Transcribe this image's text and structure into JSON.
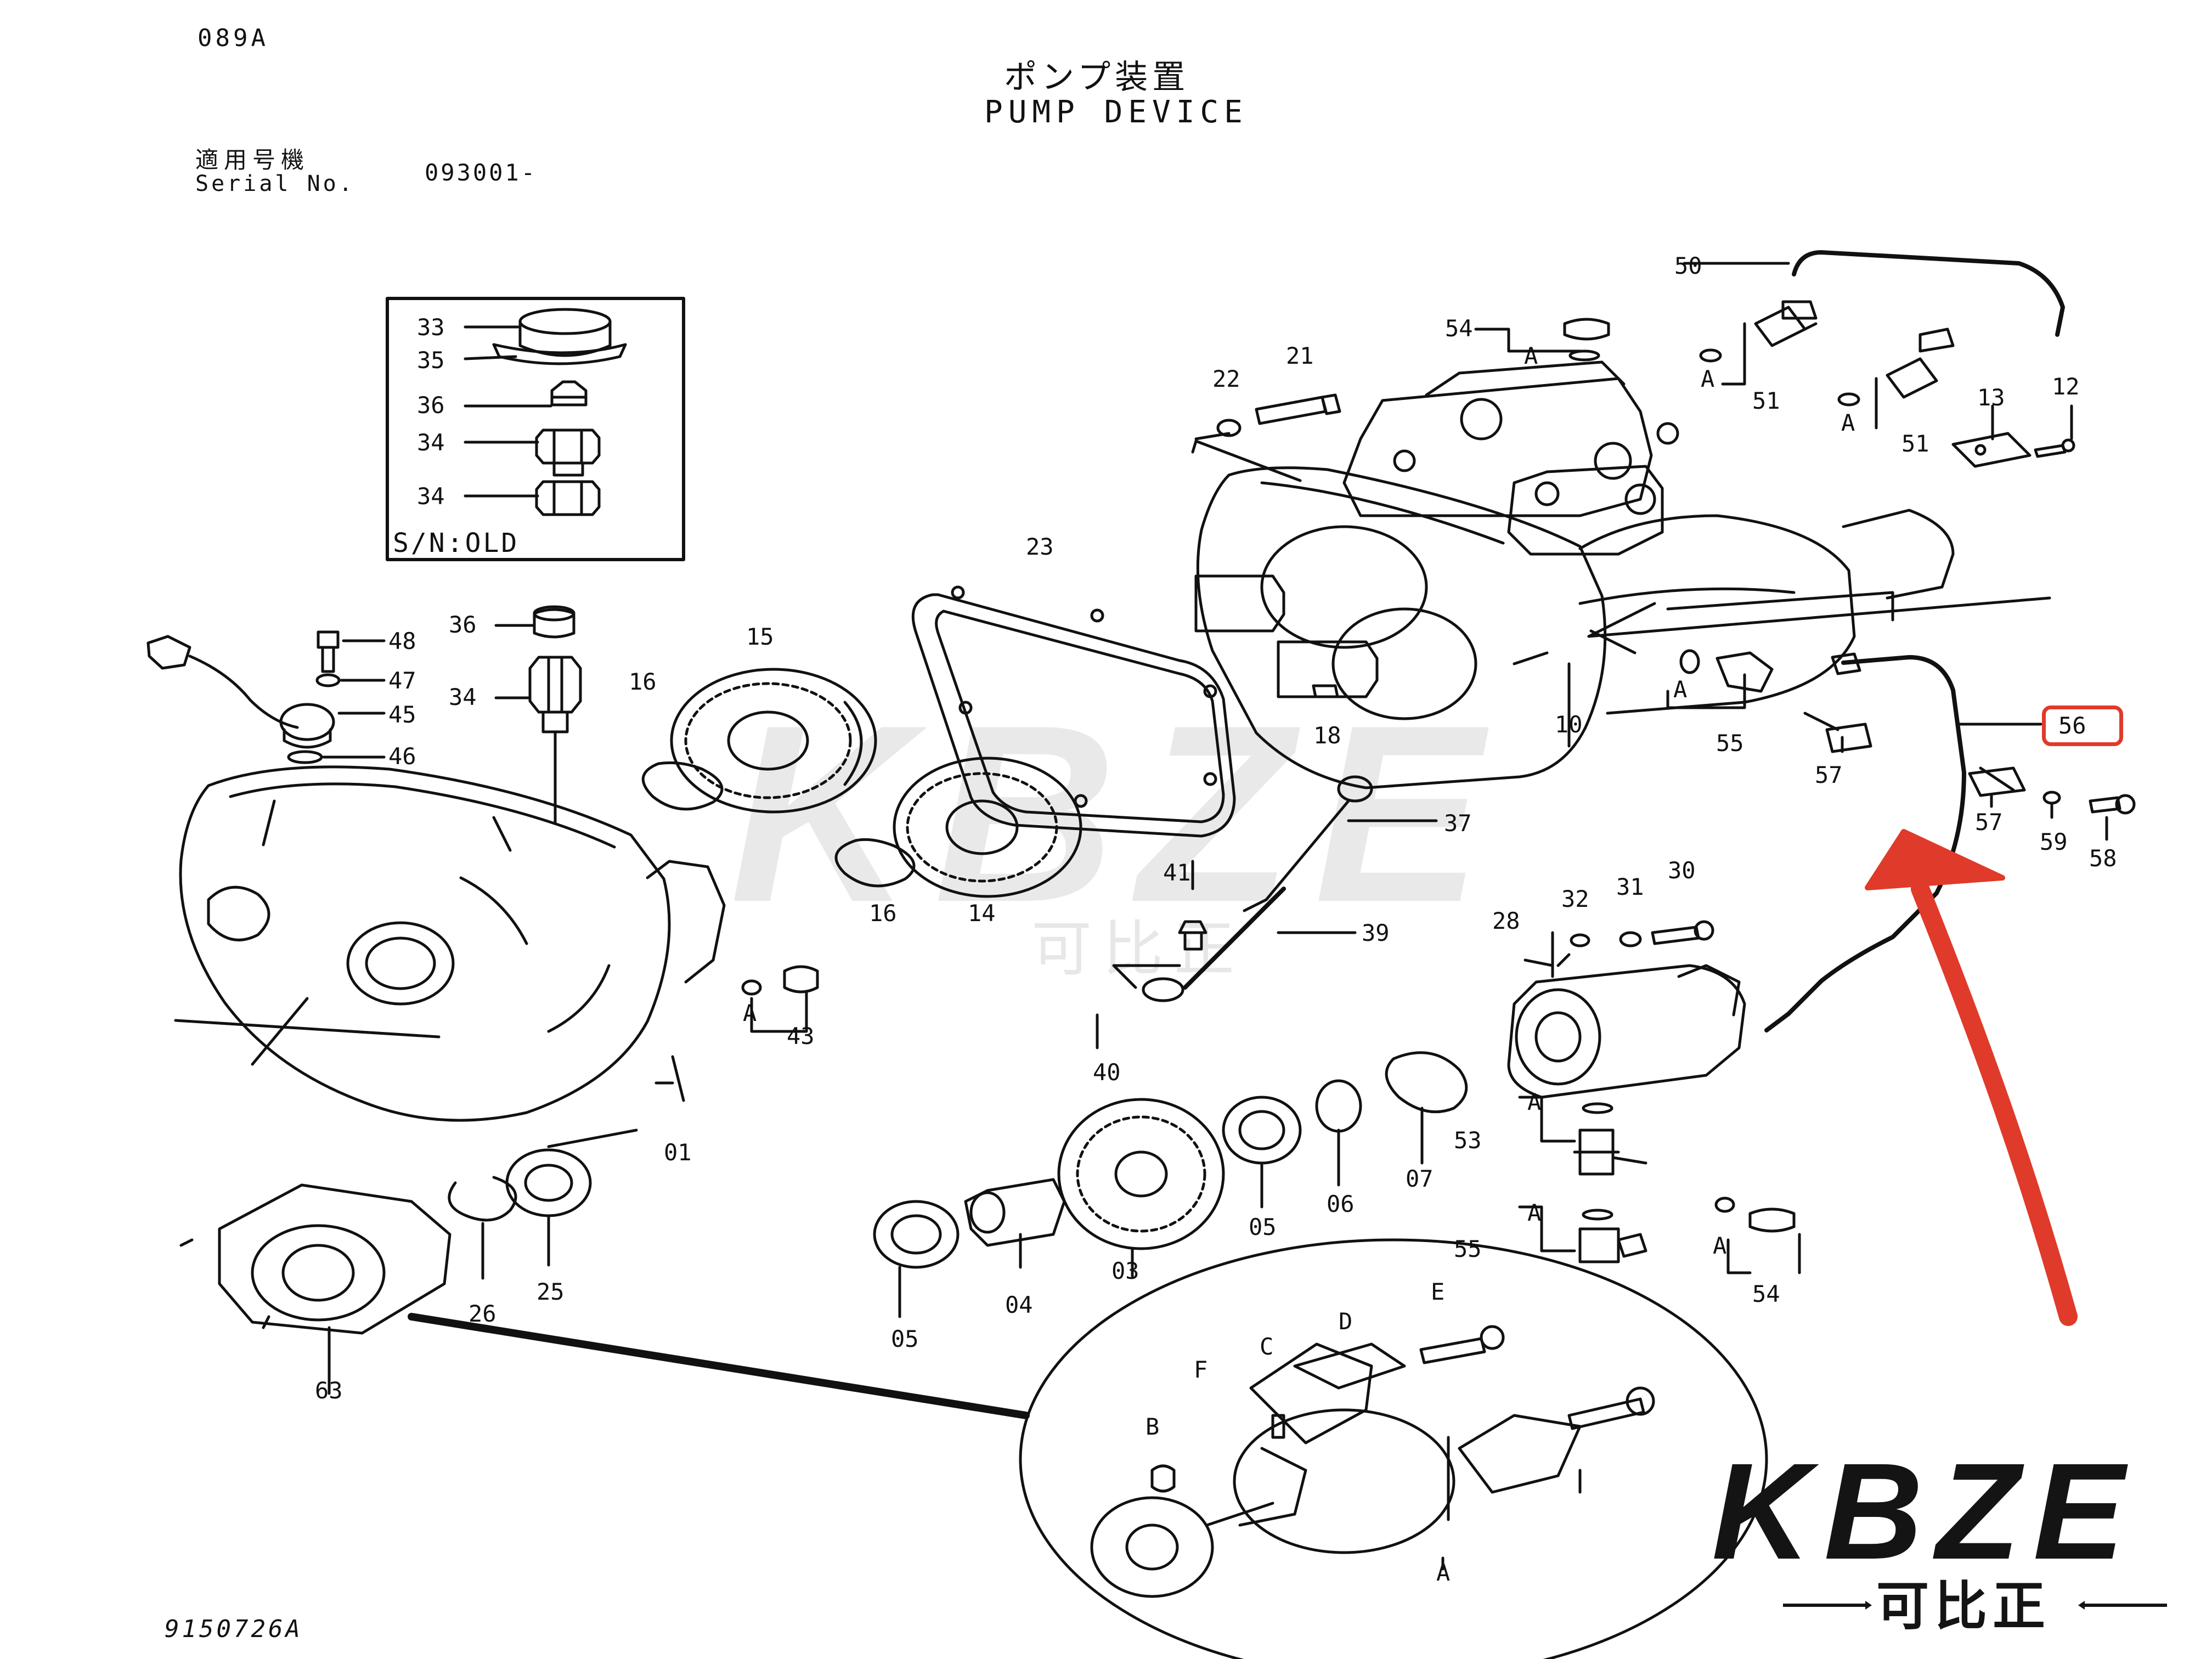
{
  "header": {
    "page_code": "089A",
    "title_jp": "ポンプ装置",
    "title_en": "PUMP DEVICE",
    "serial_label_jp": "適用号機",
    "serial_label_en": "Serial No.",
    "serial_value": "093001-"
  },
  "inset": {
    "old_label": "S/N:OLD"
  },
  "drawing_number": "9150726A",
  "highlight": {
    "part": "56",
    "color": "#e03a2a"
  },
  "arrow": {
    "color": "#e03a2a"
  },
  "watermark": {
    "text": "KBZE",
    "subtext": "可比正"
  },
  "logo": {
    "text": "KBZE",
    "subtext": "可比正"
  },
  "callouts": {
    "c01": "01",
    "c03": "03",
    "c04": "04",
    "c05a": "05",
    "c05b": "05",
    "c06": "06",
    "c07": "07",
    "c10": "10",
    "c12": "12",
    "c13": "13",
    "c14": "14",
    "c15": "15",
    "c16a": "16",
    "c16b": "16",
    "c18": "18",
    "c21": "21",
    "c22": "22",
    "c23": "23",
    "c25": "25",
    "c26": "26",
    "c28": "28",
    "c30": "30",
    "c31": "31",
    "c32": "32",
    "c33": "33",
    "c34a": "34",
    "c34b": "34",
    "c34c": "34",
    "c35": "35",
    "c36a": "36",
    "c36b": "36",
    "c37": "37",
    "c39": "39",
    "c40": "40",
    "c41": "41",
    "c43": "43",
    "c45": "45",
    "c46": "46",
    "c47": "47",
    "c48": "48",
    "c50": "50",
    "c51a": "51",
    "c51b": "51",
    "c53": "53",
    "c54a": "54",
    "c54b": "54",
    "c55a": "55",
    "c55b": "55",
    "c56": "56",
    "c57a": "57",
    "c57b": "57",
    "c58": "58",
    "c59": "59",
    "c63": "63",
    "cA1": "A",
    "cA2": "A",
    "cA3": "A",
    "cA4": "A",
    "cA5": "A",
    "cA6": "A",
    "cA7": "A",
    "cA8": "A",
    "cA9": "A",
    "cB": "B",
    "cC": "C",
    "cD": "D",
    "cE": "E",
    "cF": "F"
  }
}
